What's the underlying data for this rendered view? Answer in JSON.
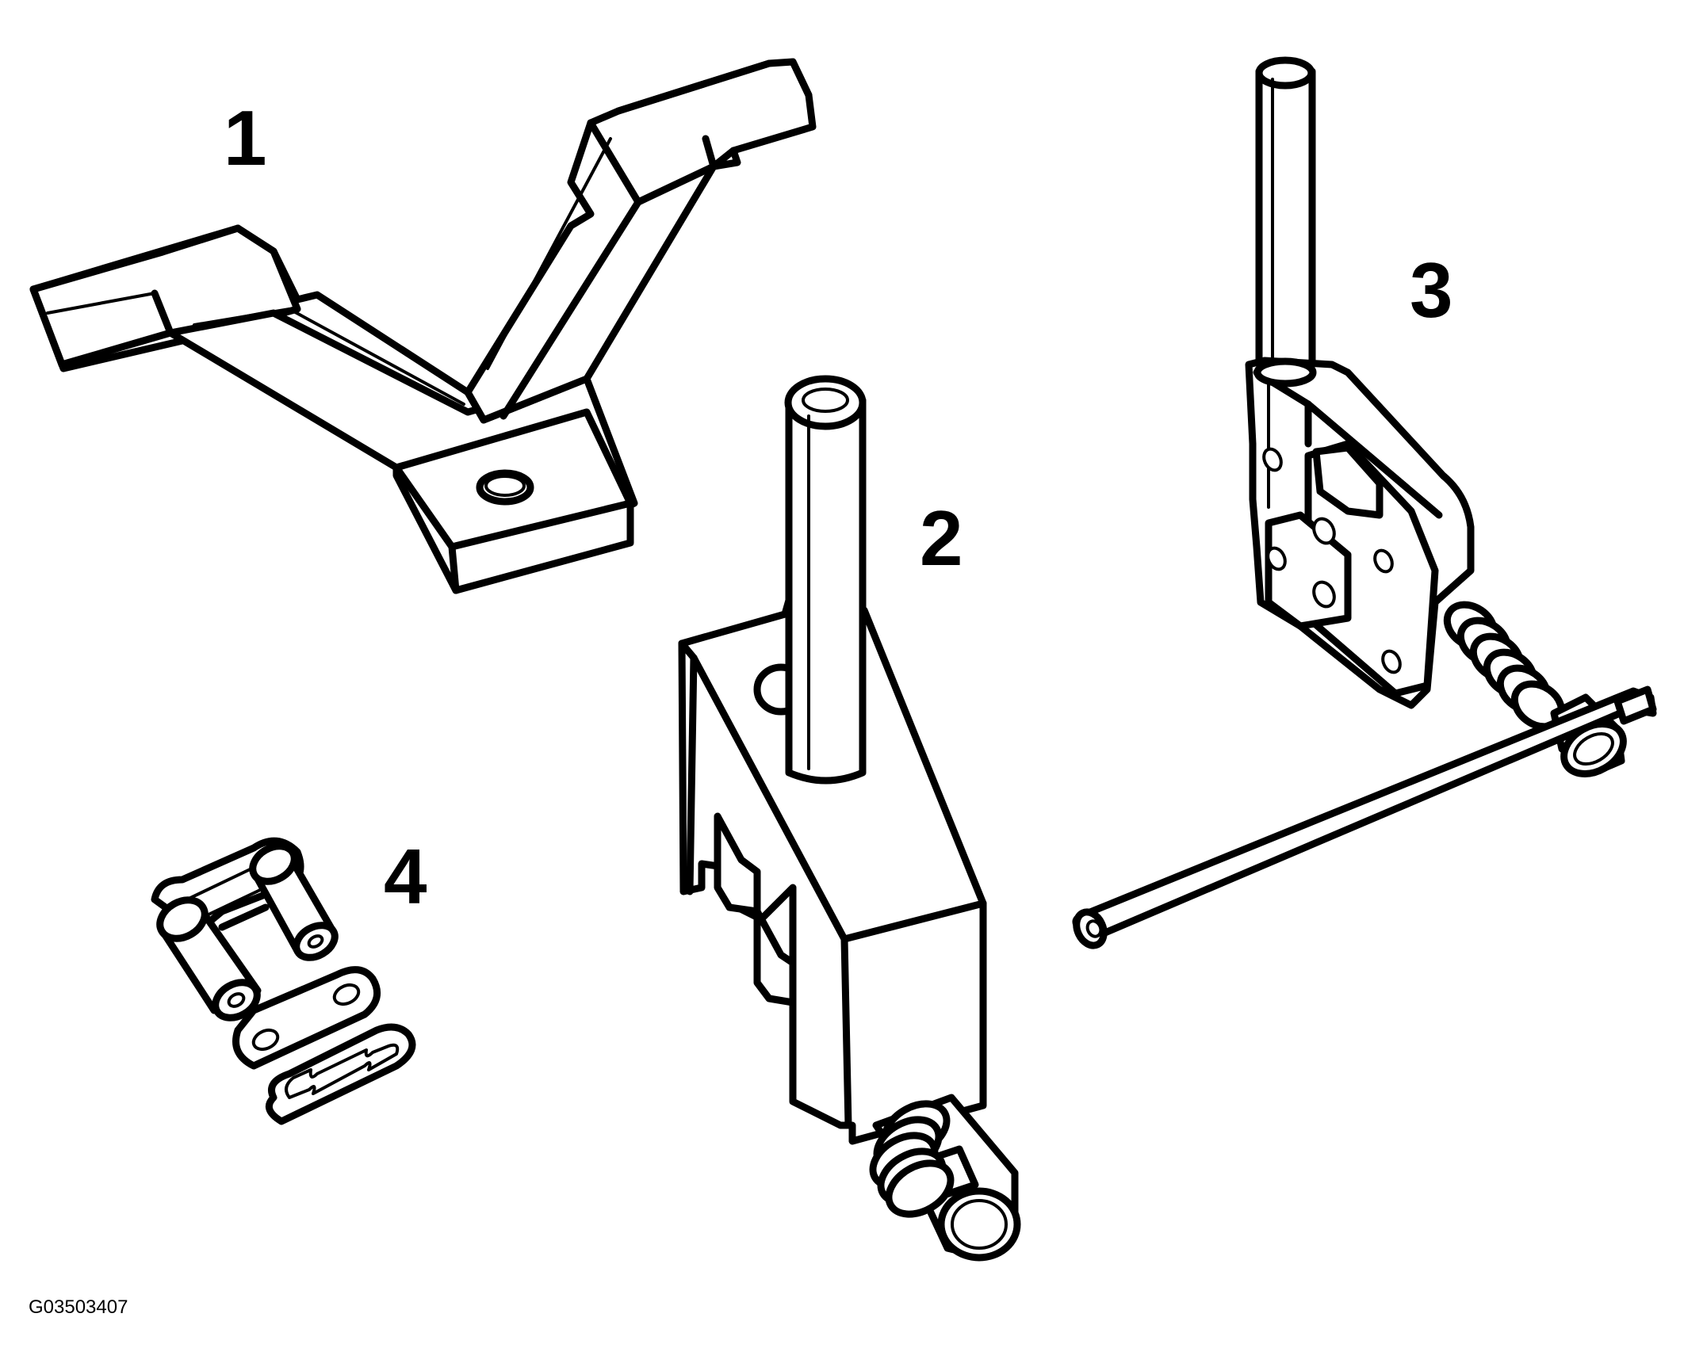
{
  "callouts": {
    "part1": "1",
    "part2": "2",
    "part3": "3",
    "part4": "4"
  },
  "figure_id": "G03503407",
  "colors": {
    "ink": "#000000",
    "background": "#ffffff"
  }
}
